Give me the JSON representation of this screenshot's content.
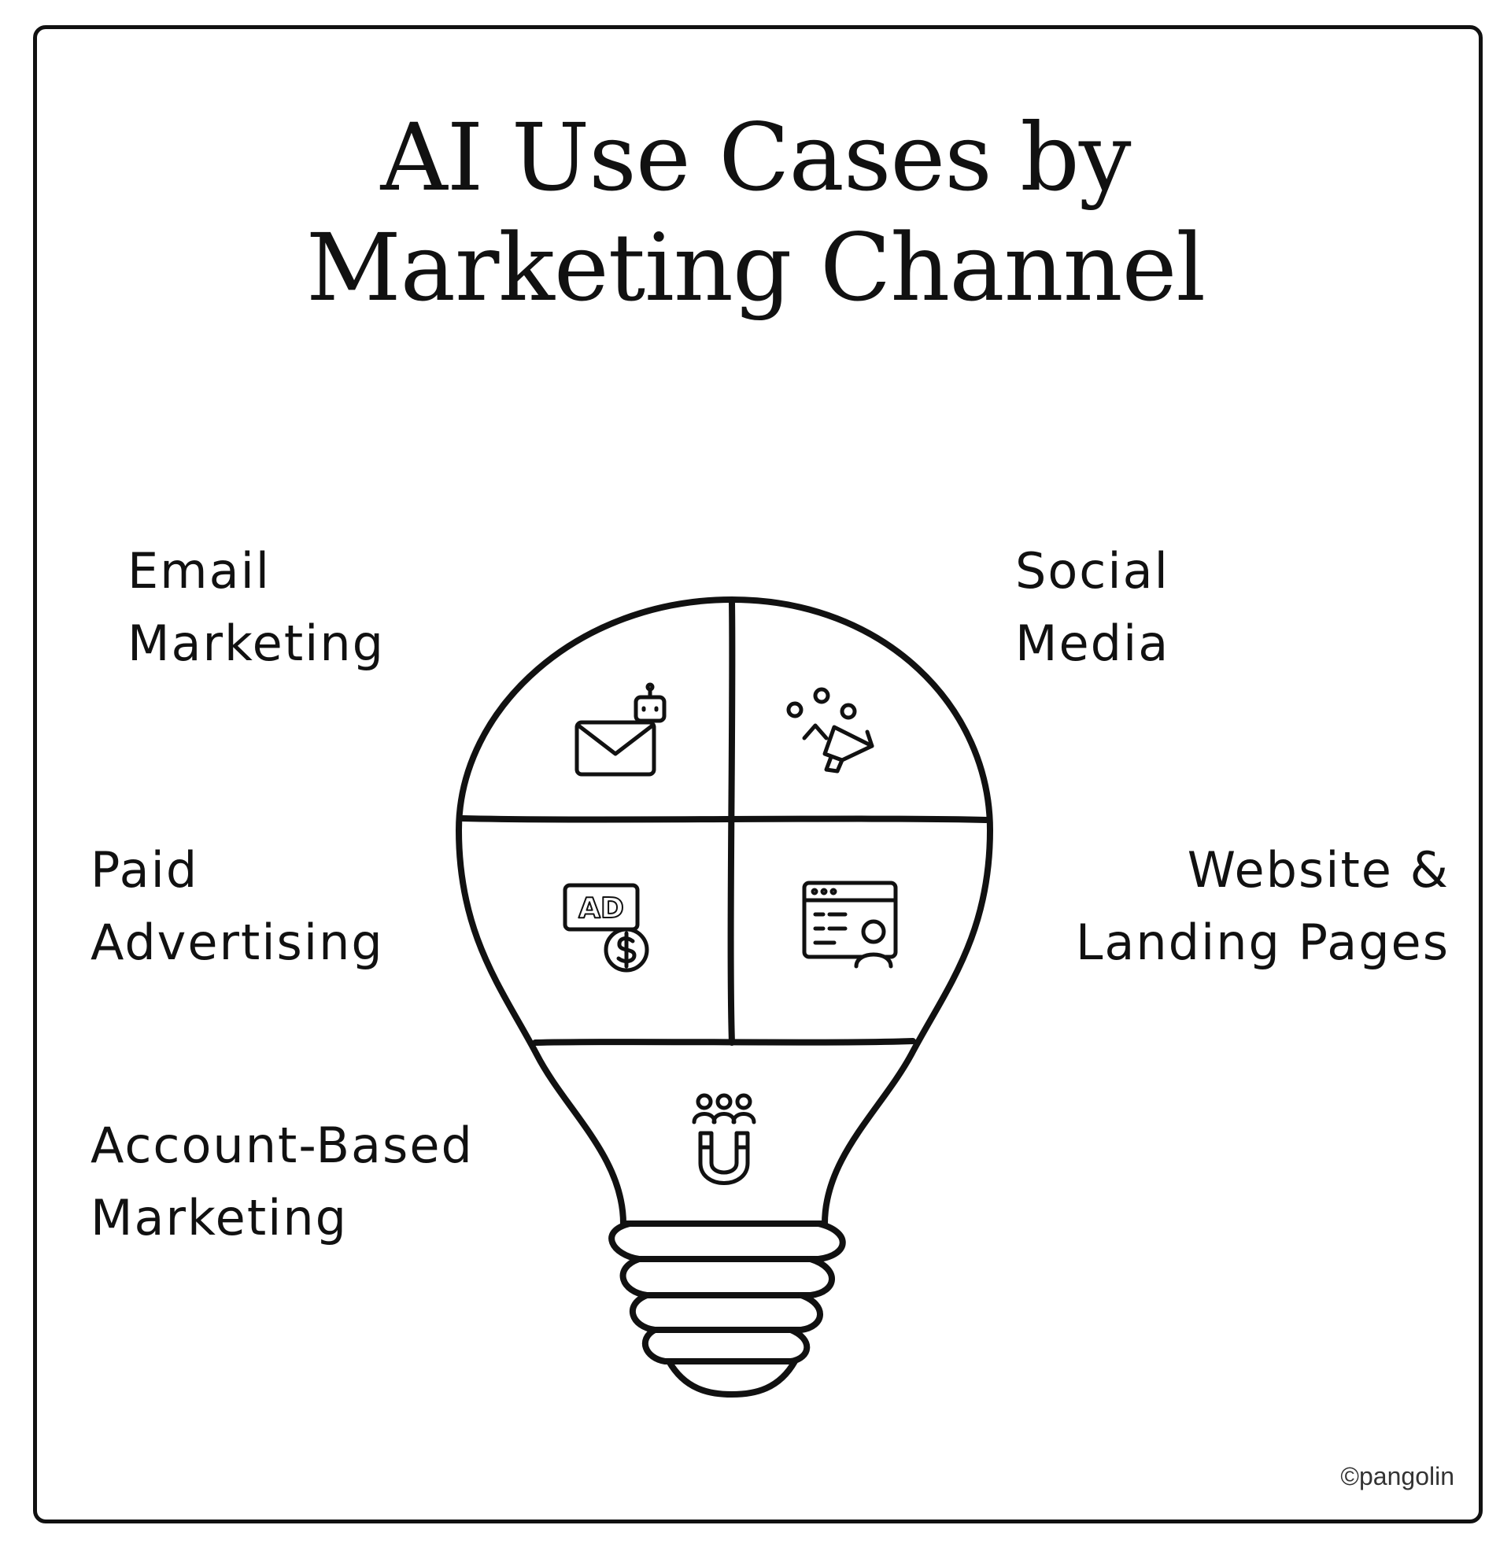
{
  "title": {
    "line1": "AI Use Cases by",
    "line2": "Marketing Channel"
  },
  "channels": {
    "email": {
      "line1": "Email",
      "line2": "Marketing",
      "icon": "email-robot-icon"
    },
    "social": {
      "line1": "Social",
      "line2": "Media",
      "icon": "social-megaphone-icon"
    },
    "paid": {
      "line1": "Paid",
      "line2": "Advertising",
      "icon": "ad-dollar-icon",
      "icon_text": "AD"
    },
    "website": {
      "line1": "Website &",
      "line2": "Landing Pages",
      "icon": "webpage-user-icon"
    },
    "abm": {
      "line1": "Account-Based",
      "line2": "Marketing",
      "icon": "people-magnet-icon"
    }
  },
  "credit": "©pangolin",
  "colors": {
    "ink": "#111111",
    "background": "#ffffff"
  }
}
